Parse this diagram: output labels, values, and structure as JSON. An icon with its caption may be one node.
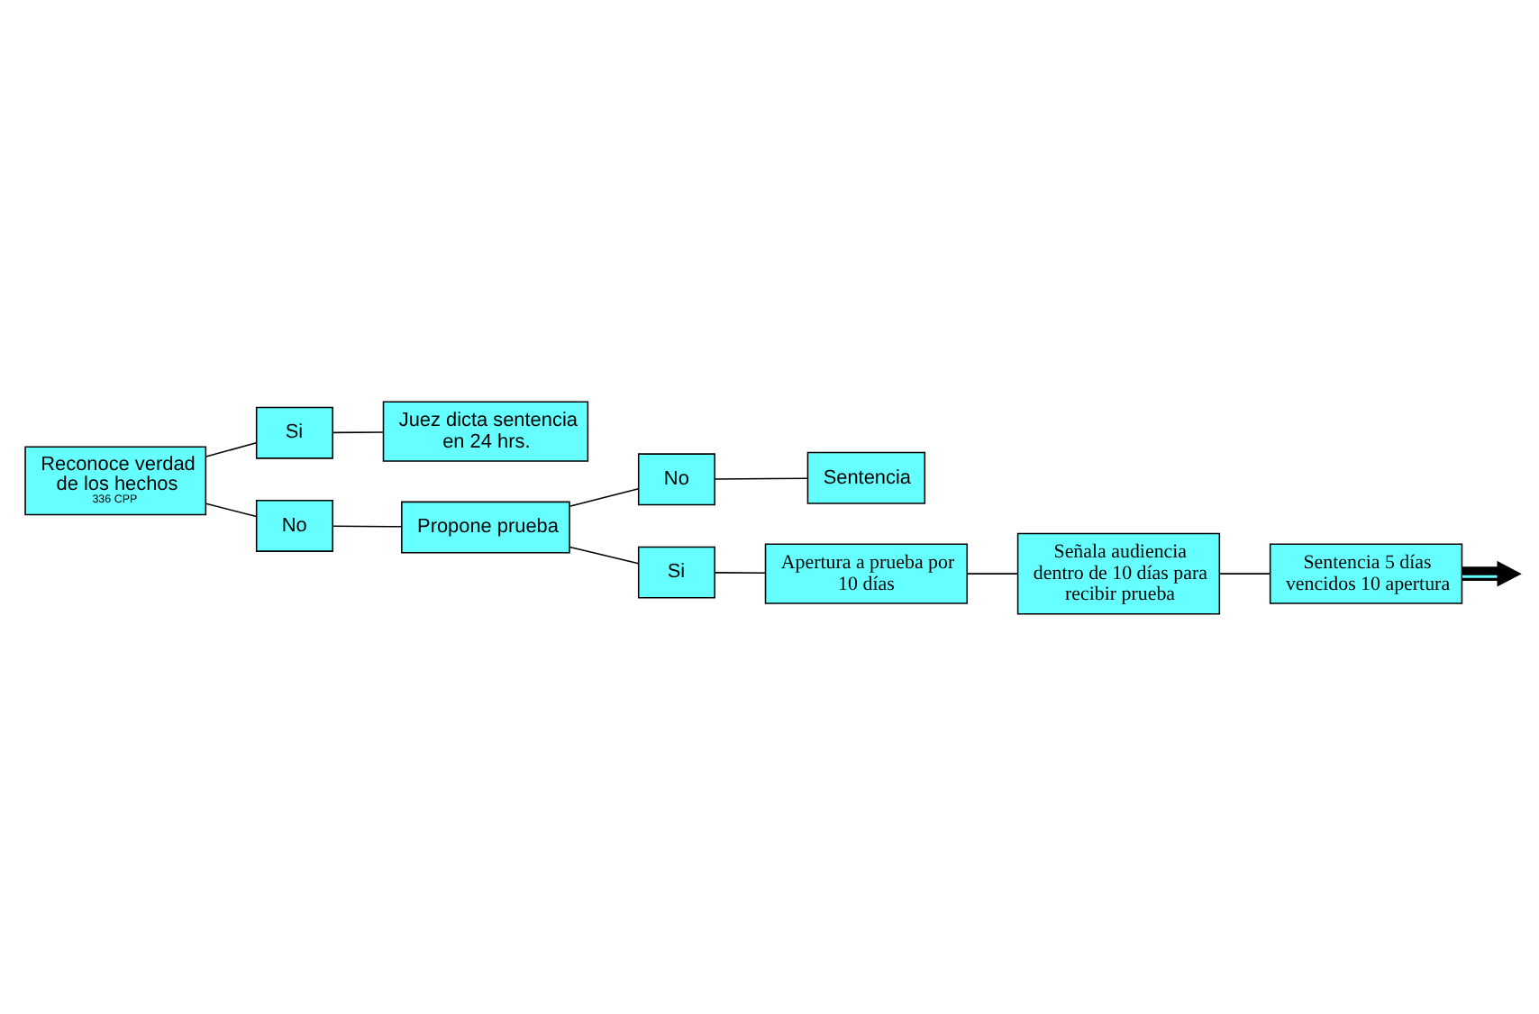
{
  "diagram": {
    "nodes": [
      {
        "text": [
          "Reconoce verdad de los hechos",
          "336 CPP"
        ]
      },
      {
        "text": [
          "Si"
        ]
      },
      {
        "text": [
          "Juez dicta sentencia en 24 hrs."
        ]
      },
      {
        "text": [
          "No"
        ]
      },
      {
        "text": [
          "Propone prueba"
        ]
      },
      {
        "text": [
          "No"
        ]
      },
      {
        "text": [
          "Sentencia"
        ]
      },
      {
        "text": [
          "Si"
        ]
      },
      {
        "text": [
          "Apertura a prueba por 10 días"
        ]
      },
      {
        "text": [
          "Señala audiencia dentro de 10 días para recibir prueba"
        ]
      },
      {
        "text": [
          "Sentencia 5 días vencidos 10 apertura"
        ]
      }
    ],
    "edges": [
      {
        "from": 0,
        "to": 1,
        "arrow": "none"
      },
      {
        "from": 1,
        "to": 2,
        "arrow": "none"
      },
      {
        "from": 0,
        "to": 3,
        "arrow": "none"
      },
      {
        "from": 3,
        "to": 4,
        "arrow": "none"
      },
      {
        "from": 4,
        "to": 5,
        "arrow": "none"
      },
      {
        "from": 5,
        "to": 6,
        "arrow": "none"
      },
      {
        "from": 4,
        "to": 7,
        "arrow": "none"
      },
      {
        "from": 7,
        "to": 8,
        "arrow": "none"
      },
      {
        "from": 8,
        "to": 9,
        "arrow": "none"
      },
      {
        "from": 9,
        "to": 10,
        "arrow": "none"
      },
      {
        "from": 10,
        "to": null,
        "arrow": "to",
        "style": "thick",
        "color": "#66ffff"
      }
    ]
  }
}
